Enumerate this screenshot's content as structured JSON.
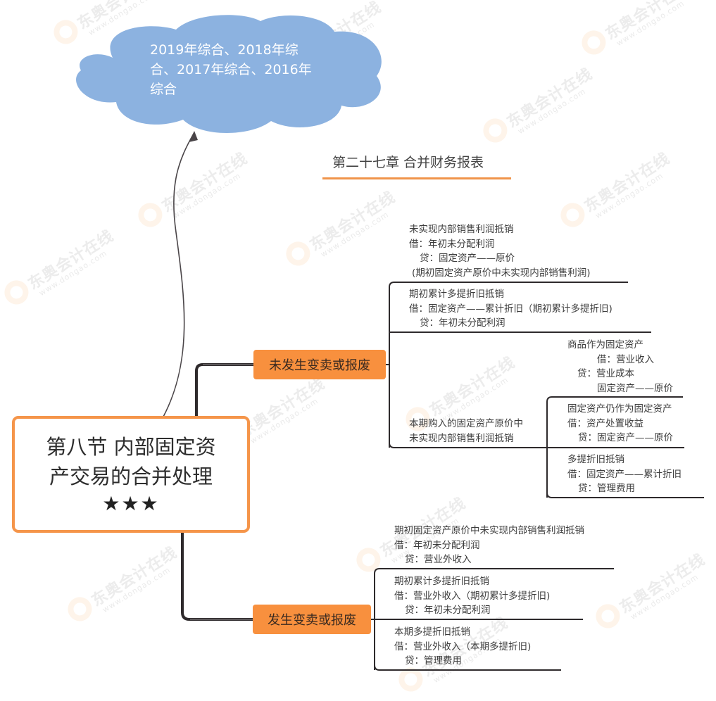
{
  "cloud": {
    "text": "2019年综合、2018年综合、2017年综合、2016年综合",
    "color": "#8cb2e0"
  },
  "chapter": {
    "title": "第二十七章 合并财务报表",
    "underline_color": "#f0944a"
  },
  "root": {
    "title": "第八节 内部固定资产交易的合并处理",
    "stars": "★★★",
    "border_color": "#f5954a"
  },
  "branches": [
    {
      "label": "未发生变卖或报废",
      "color": "#f8903e",
      "children": [
        {
          "lines": [
            "未实现内部销售利润抵销",
            "借：年初未分配利润",
            "贷：固定资产——原价",
            "(期初固定资产原价中未实现内部销售利润)"
          ]
        },
        {
          "lines": [
            "期初累计多提折旧抵销",
            "借：固定资产——累计折旧（期初累计多提折旧)",
            "贷：年初未分配利润"
          ]
        },
        {
          "lines": [
            "本期购入的固定资产原价中",
            "未实现内部销售利润抵销"
          ],
          "children": [
            {
              "lines": [
                "商品作为固定资产",
                "借：营业收入",
                "贷：营业成本",
                "固定资产——原价"
              ]
            },
            {
              "lines": [
                "固定资产仍作为固定资产",
                "借：资产处置收益",
                "贷：固定资产——原价"
              ]
            },
            {
              "lines": [
                "多提折旧抵销",
                "借：固定资产——累计折旧",
                "贷：管理费用"
              ]
            }
          ]
        }
      ]
    },
    {
      "label": "发生变卖或报废",
      "color": "#f8903e",
      "children": [
        {
          "lines": [
            "期初固定资产原价中未实现内部销售利润抵销",
            "借：年初未分配利润",
            "贷：营业外收入"
          ]
        },
        {
          "lines": [
            "期初累计多提折旧抵销",
            "借：营业外收入（期初累计多提折旧)",
            "贷：年初未分配利润"
          ]
        },
        {
          "lines": [
            "本期多提折旧抵销",
            "借：营业外收入（本期多提折旧)",
            "贷：管理费用"
          ]
        }
      ]
    }
  ],
  "watermark": {
    "brand": "东奥会计在线",
    "url": "www.dongao.com"
  }
}
